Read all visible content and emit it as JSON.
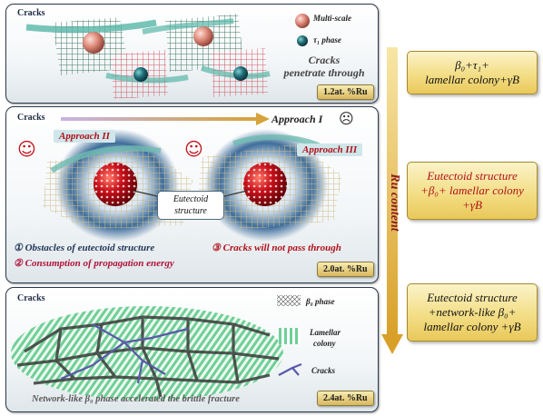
{
  "panel1": {
    "cracks": "Cracks",
    "legend_multiscale": "Multi-scale",
    "legend_tau": "τ₁ phase",
    "text_line1": "Cracks",
    "text_line2": "penetrate through",
    "tag": "1.2at. %Ru"
  },
  "panel2": {
    "cracks": "Cracks",
    "approach1": "Approach I",
    "approach2": "Approach II",
    "approach3": "Approach III",
    "eutectoid_line1": "Eutectoid",
    "eutectoid_line2": "structure",
    "note1": "① Obstacles of eutectoid structure",
    "note2": "② Consumption of propagation energy",
    "note3": "③ Cracks will not pass through",
    "face_neutral": "☹",
    "face_happy": "☺",
    "tag": "2.0at. %Ru"
  },
  "panel3": {
    "cracks": "Cracks",
    "legend_beta": "β₀ phase",
    "legend_lamellar1": "Lamellar",
    "legend_lamellar2": "colony",
    "legend_cracks": "Cracks",
    "caption": "Network-like β₀ phase accelerated the brittle fracture",
    "tag": "2.4at. %Ru"
  },
  "arrow_label": "Ru content",
  "right_boxes": [
    {
      "line1": "β₀+τ₁+",
      "line2": "lamellar colony+γB"
    },
    {
      "line1": "Eutectoid structure",
      "line2": "+β₀+ lamellar colony",
      "line3": "+γB"
    },
    {
      "line1": "Eutectoid structure",
      "line2": "+network-like β₀+",
      "line3": "lamellar colony +γB"
    }
  ],
  "colors": {
    "panel_border": "#2c3a4a",
    "accent_red": "#c0121a",
    "accent_orange": "#d29a22",
    "lamellar_green": "#6fcf97",
    "grid_green": "#2f6b50",
    "grid_red": "#d24b55"
  }
}
